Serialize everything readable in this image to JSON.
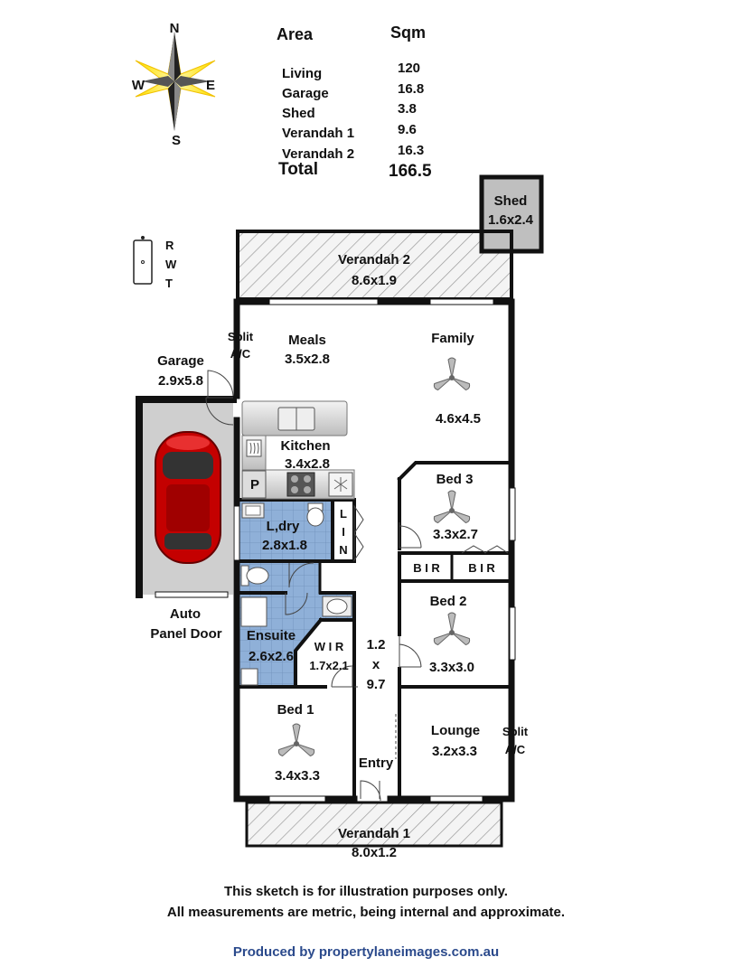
{
  "compass": {
    "n": "N",
    "s": "S",
    "e": "E",
    "w": "W"
  },
  "rwt": {
    "r": "R",
    "w": "W",
    "t": "T"
  },
  "area_table": {
    "header_area": "Area",
    "header_sqm": "Sqm",
    "rows": [
      {
        "name": "Living",
        "value": "120"
      },
      {
        "name": "Garage",
        "value": "16.8"
      },
      {
        "name": "Shed",
        "value": "3.8"
      },
      {
        "name": "Verandah 1",
        "value": "9.6"
      },
      {
        "name": "Verandah 2",
        "value": "16.3"
      }
    ],
    "total_label": "Total",
    "total_value": "166.5"
  },
  "rooms": {
    "shed": {
      "name": "Shed",
      "size": "1.6x2.4"
    },
    "verandah2": {
      "name": "Verandah 2",
      "size": "8.6x1.9"
    },
    "split_ac_top": {
      "line1": "Split",
      "line2": "A/C"
    },
    "meals": {
      "name": "Meals",
      "size": "3.5x2.8"
    },
    "family": {
      "name": "Family",
      "size": "4.6x4.5"
    },
    "garage": {
      "name": "Garage",
      "size": "2.9x5.8"
    },
    "kitchen": {
      "name": "Kitchen",
      "size": "3.4x2.8"
    },
    "pantry": {
      "name": "P"
    },
    "laundry": {
      "name": "L,dry",
      "size": "2.8x1.8"
    },
    "linen": {
      "l1": "L",
      "l2": "I",
      "l3": "N"
    },
    "bed3": {
      "name": "Bed 3",
      "size": "3.3x2.7"
    },
    "bir1": {
      "name": "B I R"
    },
    "bir2": {
      "name": "B I R"
    },
    "bed2": {
      "name": "Bed 2",
      "size": "3.3x3.0"
    },
    "garage_door": {
      "line1": "Auto",
      "line2": "Panel Door"
    },
    "ensuite": {
      "name": "Ensuite",
      "size": "2.6x2.6"
    },
    "wir": {
      "name": "W I R",
      "size": "1.7x2.1"
    },
    "hall": {
      "l1": "1.2",
      "l2": "x",
      "l3": "9.7"
    },
    "bed1": {
      "name": "Bed 1",
      "size": "3.4x3.3"
    },
    "entry": {
      "name": "Entry"
    },
    "lounge": {
      "name": "Lounge",
      "size": "3.2x3.3"
    },
    "split_ac_lounge": {
      "line1": "Split",
      "line2": "A/C"
    },
    "verandah1": {
      "name": "Verandah 1",
      "size": "8.0x1.2"
    }
  },
  "disclaimer": {
    "line1": "This sketch is for illustration purposes only.",
    "line2": "All measurements are metric, being internal and approximate."
  },
  "credit": "Produced by propertylaneimages.com.au"
}
